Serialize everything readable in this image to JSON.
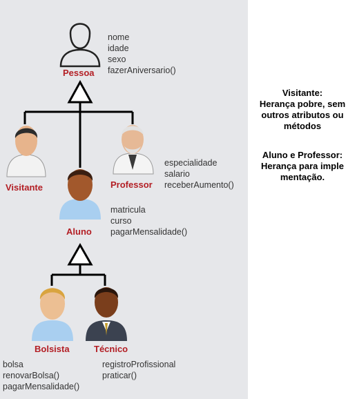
{
  "classes": {
    "pessoa": {
      "name": "Pessoa",
      "members": [
        "nome",
        "idade",
        "sexo",
        "fazerAniversario()"
      ]
    },
    "visitante": {
      "name": "Visitante",
      "members": []
    },
    "professor": {
      "name": "Professor",
      "members": [
        "especialidade",
        "salario",
        "receberAumento()"
      ]
    },
    "aluno": {
      "name": "Aluno",
      "members": [
        "matricula",
        "curso",
        "pagarMensalidade()"
      ]
    },
    "bolsista": {
      "name": "Bolsista",
      "members": [
        "bolsa",
        "renovarBolsa()",
        "pagarMensalidade()"
      ]
    },
    "tecnico": {
      "name": "Técnico",
      "members": [
        "registroProfissional",
        "praticar()"
      ]
    }
  },
  "notes": {
    "visitante": {
      "title": "Visitante:",
      "lines": [
        "Herança pobre, sem",
        "outros atributos ou",
        "métodos"
      ]
    },
    "aluno_professor": {
      "title": "Aluno e Professor:",
      "lines": [
        "Herança para imple",
        "mentação."
      ]
    }
  },
  "colors": {
    "label": "#b31e24",
    "panel": "#e6e7ea",
    "line": "#000000"
  },
  "icons": {
    "pessoa": "person-outline-icon",
    "visitante": "person-dark-hair-icon",
    "professor": "elderly-person-icon",
    "aluno": "student-person-icon",
    "bolsista": "blond-person-icon",
    "tecnico": "person-suit-icon"
  }
}
